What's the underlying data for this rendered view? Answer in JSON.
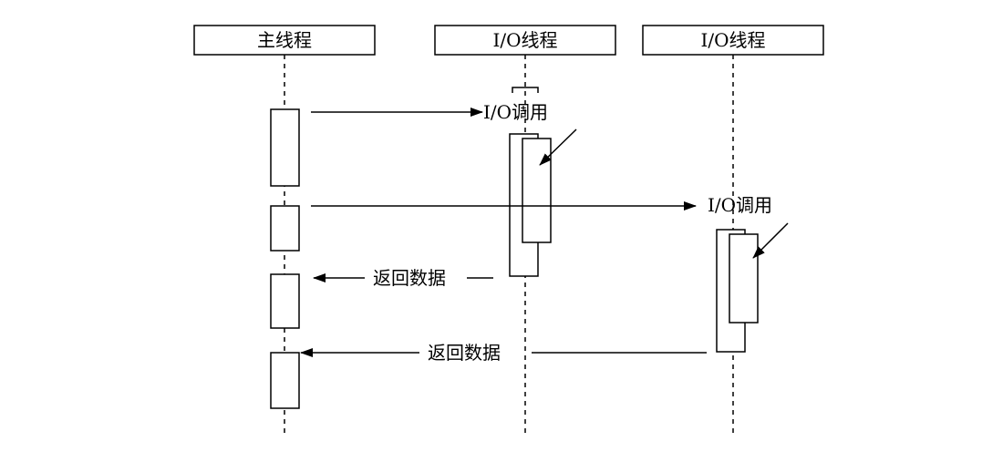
{
  "participants": [
    {
      "label": "主线程"
    },
    {
      "label": "I/O线程"
    },
    {
      "label": "I/O线程"
    }
  ],
  "messages": {
    "call_1": "I/O调用",
    "call_2": "I/O调用",
    "return_1": "返回数据",
    "return_2": "返回数据"
  }
}
